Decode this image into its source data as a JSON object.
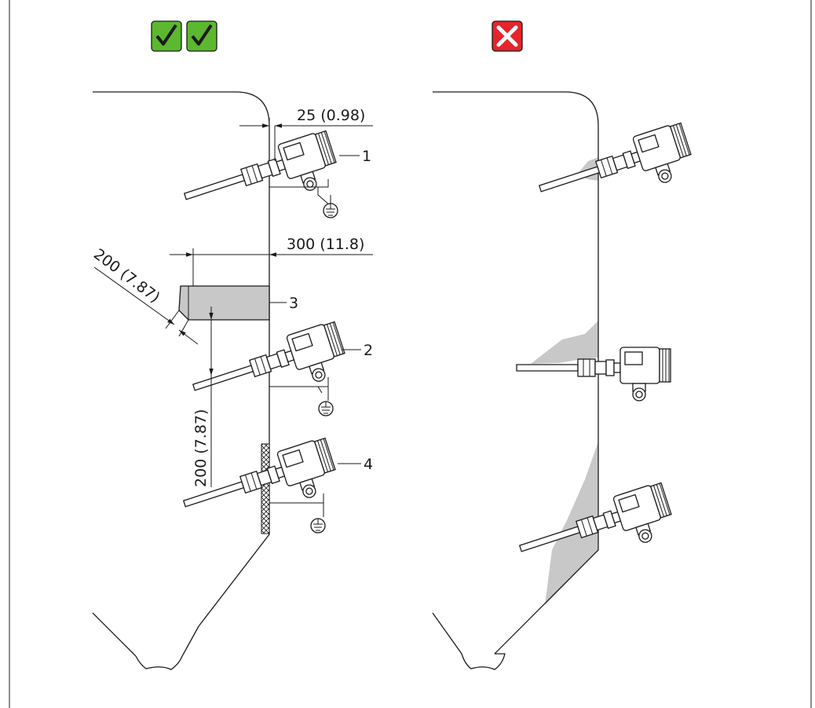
{
  "correct_panel": {
    "marks": [
      "check",
      "check"
    ],
    "mark_color": "#5cb82e",
    "dimensions": {
      "wall_gap": "25 (0.98)",
      "cone_offset": "300 (11.8)",
      "deflector_slope": "200 (7.87)",
      "vertical_spacing": "200 (7.87)"
    },
    "callouts": [
      "1",
      "2",
      "3",
      "4"
    ]
  },
  "incorrect_panel": {
    "marks": [
      "cross"
    ],
    "mark_color": "#e5242b"
  },
  "colors": {
    "line": "#1a1a1a",
    "deposit_fill": "#c8c8c8",
    "insulation_hatch": "#1a1a1a"
  },
  "icons": [
    "check-icon",
    "cross-icon",
    "ground-symbol-icon",
    "sensor-housing-icon"
  ]
}
